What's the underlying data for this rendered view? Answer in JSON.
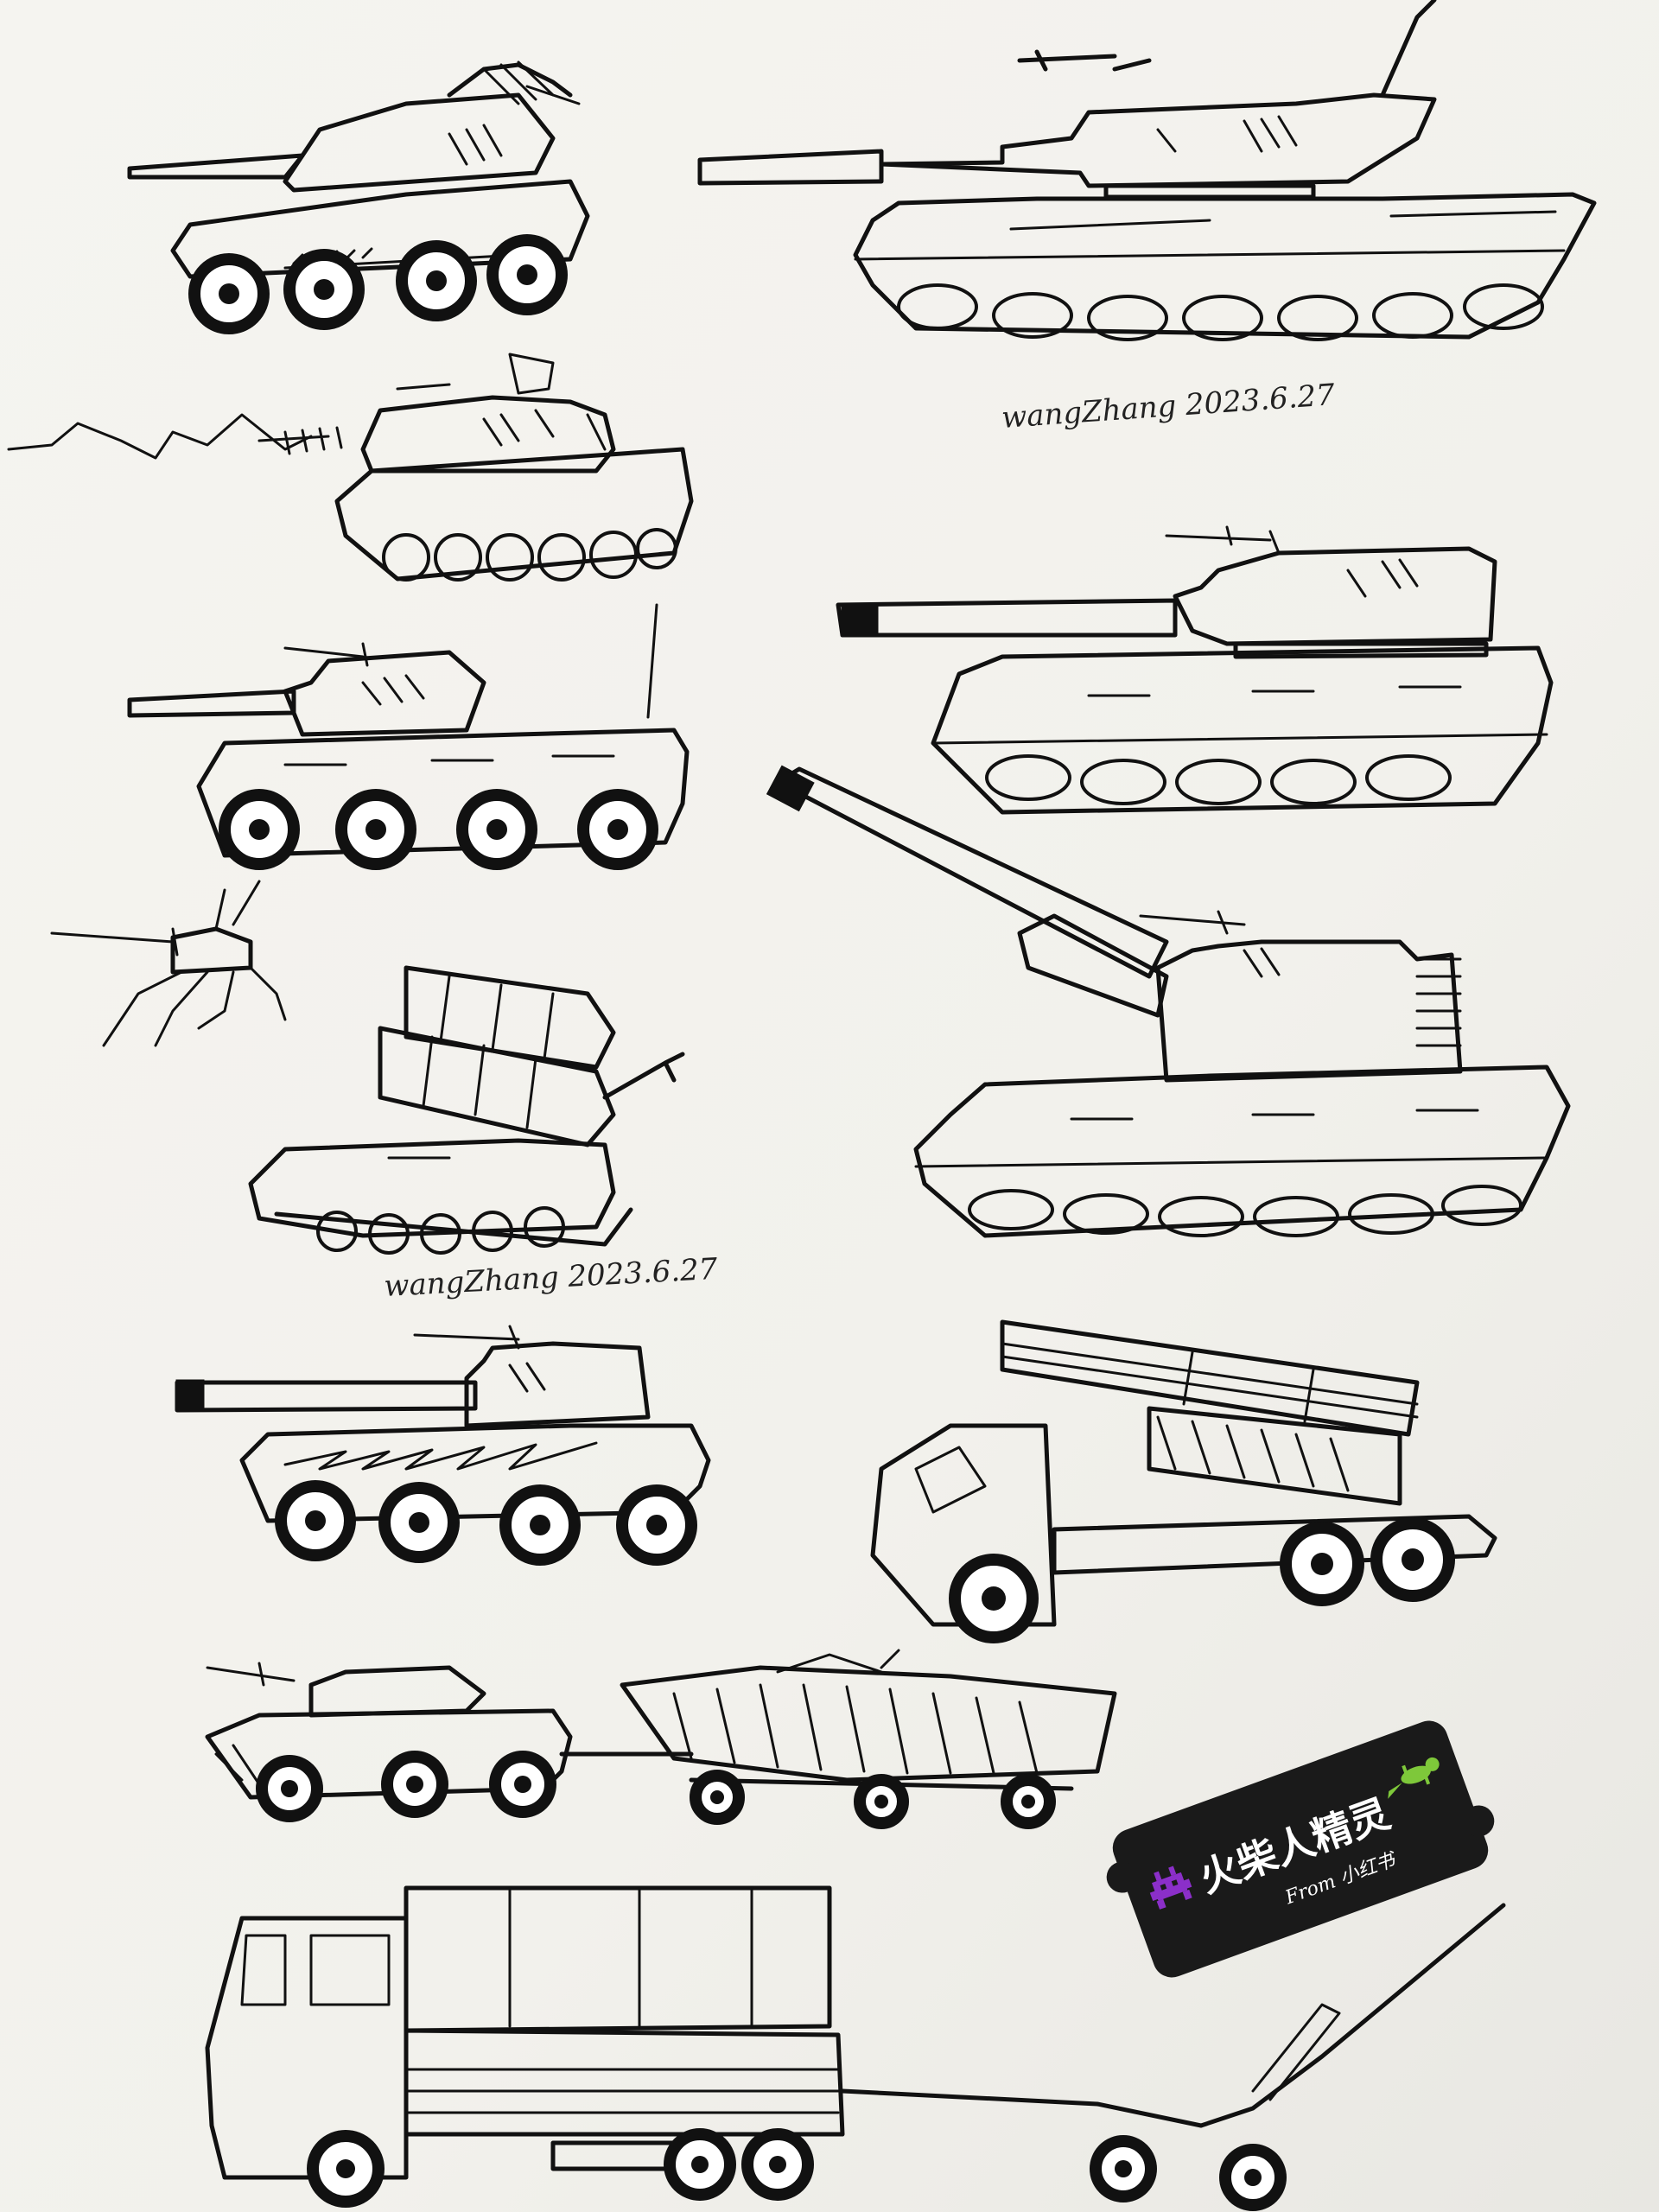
{
  "image": {
    "description_tag": "hand-drawn military vehicles sketch sheet",
    "paper_color": "#f3f2ee",
    "ink_color": "#111111",
    "background_color": "#d9dcda"
  },
  "signatures": [
    {
      "text": "wangZhang 2023.6.27"
    },
    {
      "text": "wangZhang 2023.6.27"
    }
  ],
  "sticker": {
    "title": "火柴人精灵",
    "subtitle": "From 小红书",
    "color": "#1a1a1a",
    "left_icon": "purple-space-invader-icon",
    "left_icon_color": "#8b2fc9",
    "right_icon": "green-lizard-icon",
    "right_icon_color": "#7ec83a"
  }
}
